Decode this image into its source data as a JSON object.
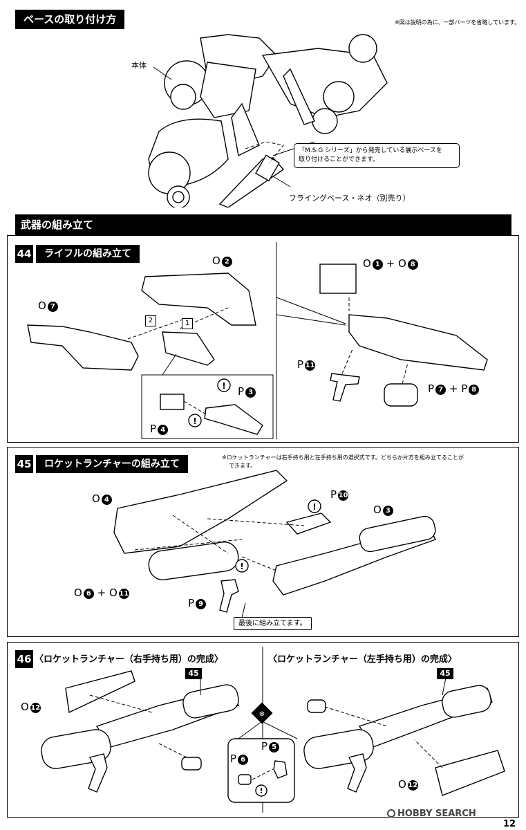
{
  "base": {
    "title": "ベースの取り付け方",
    "note": "※図は説明の為に、一部パーツを省略しています。",
    "label_body": "本体",
    "callout_line1": "「M.S.G シリーズ」から発売している展示ベースを",
    "callout_line2": "取り付けることができます。",
    "label_base": "フライングベース・ネオ（別売り）"
  },
  "weapons": {
    "title": "武器の組み立て"
  },
  "step44": {
    "num": "44",
    "title": "ライフルの組み立て",
    "parts": {
      "o2": "O",
      "o2n": "2",
      "o7": "O",
      "o7n": "7",
      "p3": "P",
      "p3n": "3",
      "p4": "P",
      "p4n": "4",
      "o1": "O",
      "o1n": "1",
      "plus1": "+",
      "o8": "O",
      "o8n": "8",
      "p11": "P",
      "p11n": "11",
      "p7": "P",
      "p7n": "7",
      "plus2": "+",
      "p8": "P",
      "p8n": "8"
    },
    "order1": "1",
    "order2": "2"
  },
  "step45": {
    "num": "45",
    "title": "ロケットランチャーの組み立て",
    "note1": "※ロケットランチャーは右手持ち用と左手持ち用の選択式です。どちらか片方を組み立てることが",
    "note2": "できます。",
    "parts": {
      "o4": "O",
      "o4n": "4",
      "p10": "P",
      "p10n": "10",
      "o3": "O",
      "o3n": "3",
      "o6": "O",
      "o6n": "6",
      "plus": "+",
      "o11": "O",
      "o11n": "11",
      "p9": "P",
      "p9n": "9"
    },
    "callout": "最後に組み立てます。"
  },
  "step46": {
    "num": "46",
    "title_right": "〈ロケットランチャー（右手持ち用）の完成〉",
    "title_left": "〈ロケットランチャー（左手持ち用）の完成〉",
    "parts": {
      "o12a": "O",
      "o12an": "12",
      "tag45a": "45",
      "p5": "P",
      "p5n": "5",
      "p6": "P",
      "p6n": "6",
      "o12b": "O",
      "o12bn": "12",
      "tag45b": "45"
    }
  },
  "footer": {
    "watermark": "HOBBY SEARCH",
    "page": "12"
  }
}
